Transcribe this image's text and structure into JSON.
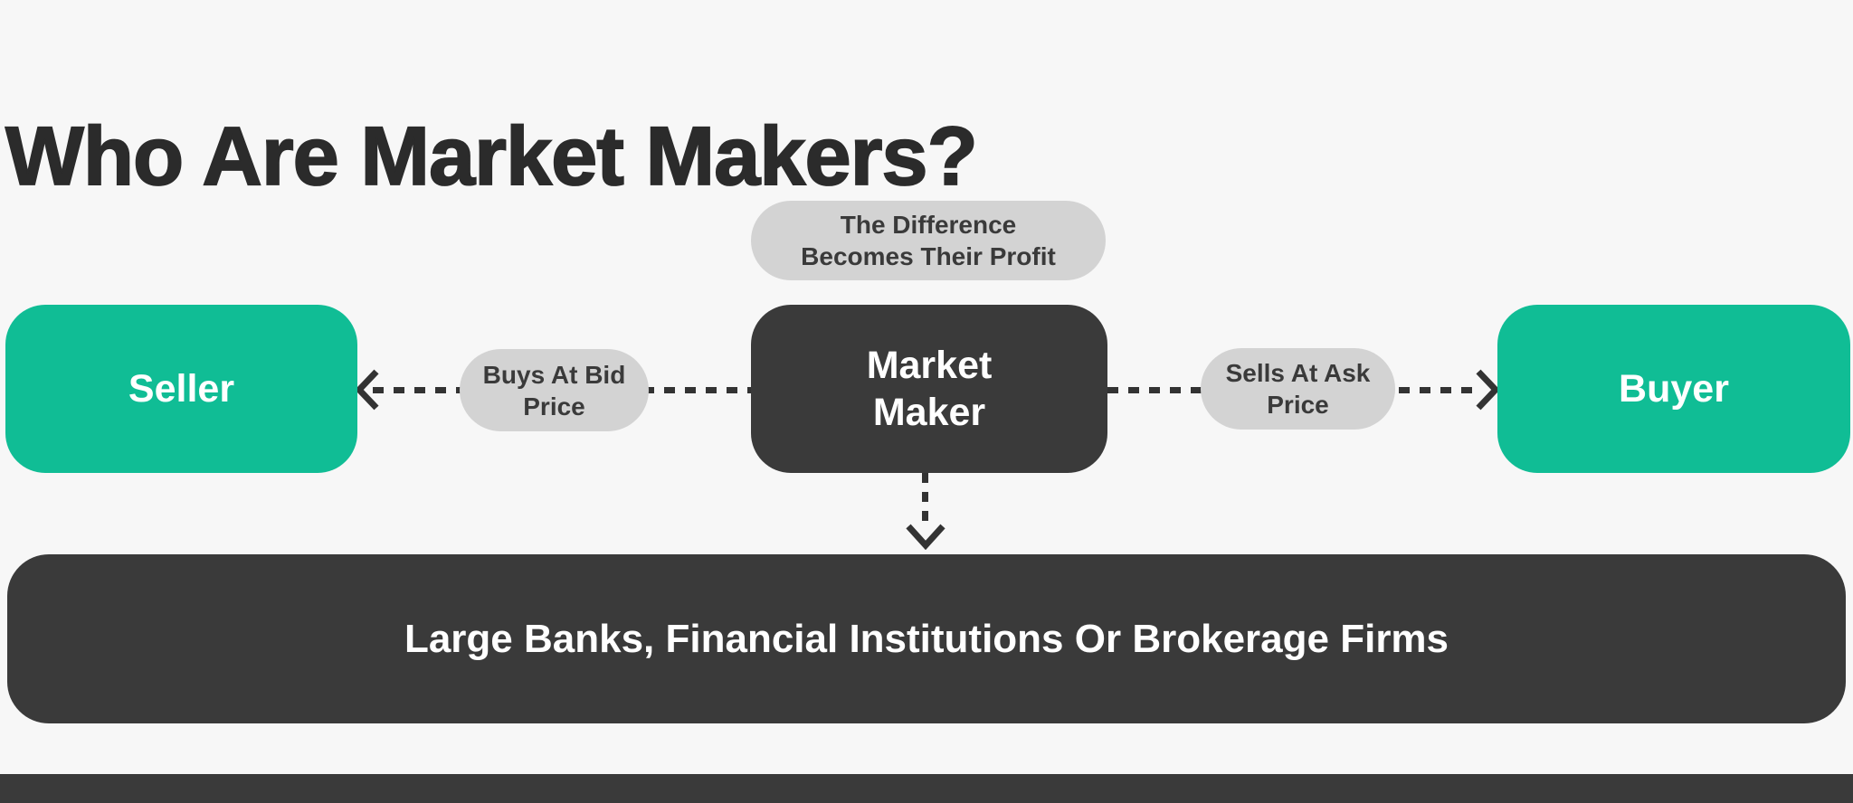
{
  "page": {
    "title": "Who Are Market Makers?"
  },
  "colors": {
    "bg": "#f7f7f7",
    "green": "#10bd95",
    "dark": "#3a3a3a",
    "pill": "#d3d3d3",
    "ink": "#2b2b2b",
    "arrow": "#333333",
    "white": "#ffffff"
  },
  "diagram": {
    "profit_note": {
      "line1": "The Difference",
      "line2": "Becomes Their Profit"
    },
    "bid_note": {
      "line1": "Buys At Bid",
      "line2": "Price"
    },
    "ask_note": {
      "line1": "Sells At Ask",
      "line2": "Price"
    },
    "seller": {
      "label": "Seller"
    },
    "market_maker": {
      "line1": "Market",
      "line2": "Maker"
    },
    "buyer": {
      "label": "Buyer"
    },
    "bottom_bar": {
      "label": "Large Banks, Financial Institutions Or Brokerage Firms"
    }
  }
}
